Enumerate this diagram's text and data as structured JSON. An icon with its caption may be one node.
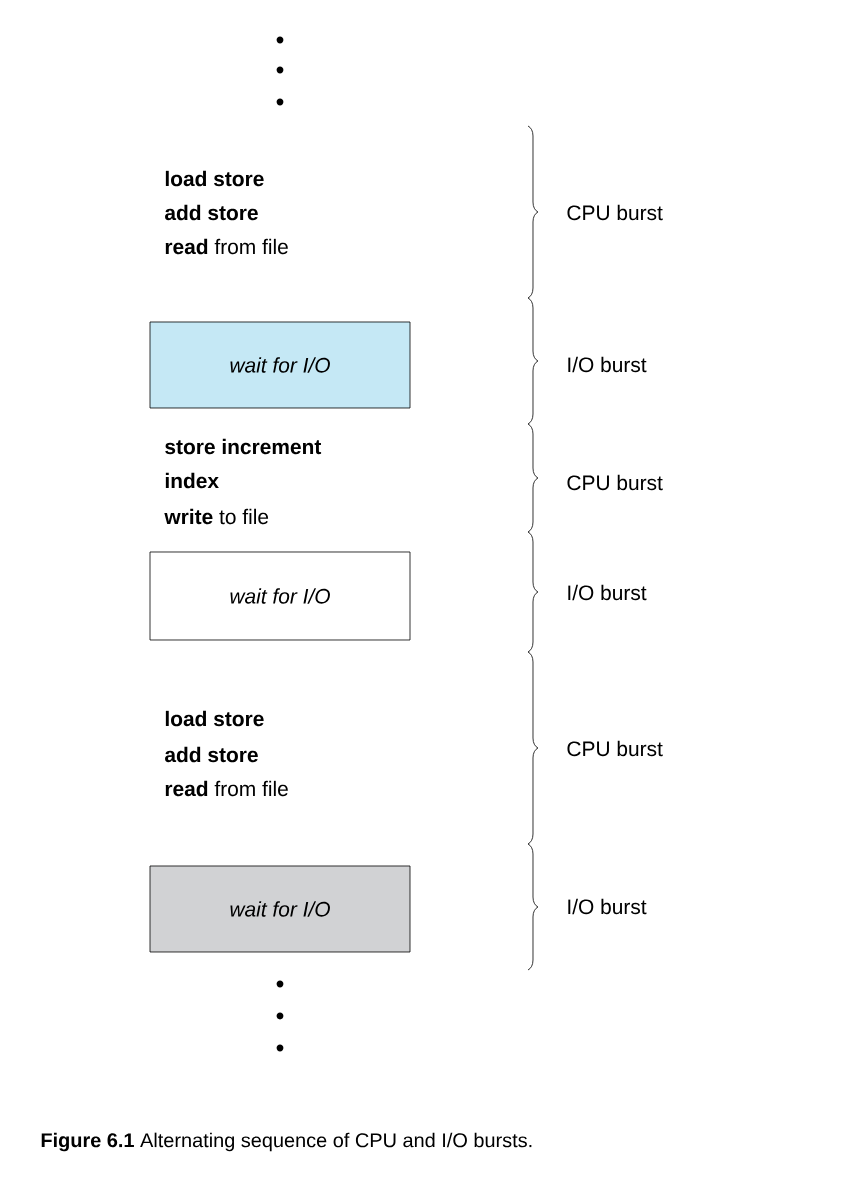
{
  "diagram": {
    "caption": "**Figure 6.1**   Alternating sequence of CPU and I/O bursts.",
    "nodes": [
      {
        "text": [
          "wait for I/O"
        ]
      },
      {
        "text": [
          "wait for I/O"
        ]
      },
      {
        "text": [
          "wait for I/O"
        ]
      }
    ],
    "labels": [
      "load store",
      "add store",
      "**read** from file",
      "CPU burst",
      "I/O burst",
      "store increment",
      "index",
      "**write** to file",
      "CPU burst",
      "I/O burst",
      "load store",
      "add store",
      "**read** from file",
      "CPU burst",
      "I/O burst"
    ]
  }
}
